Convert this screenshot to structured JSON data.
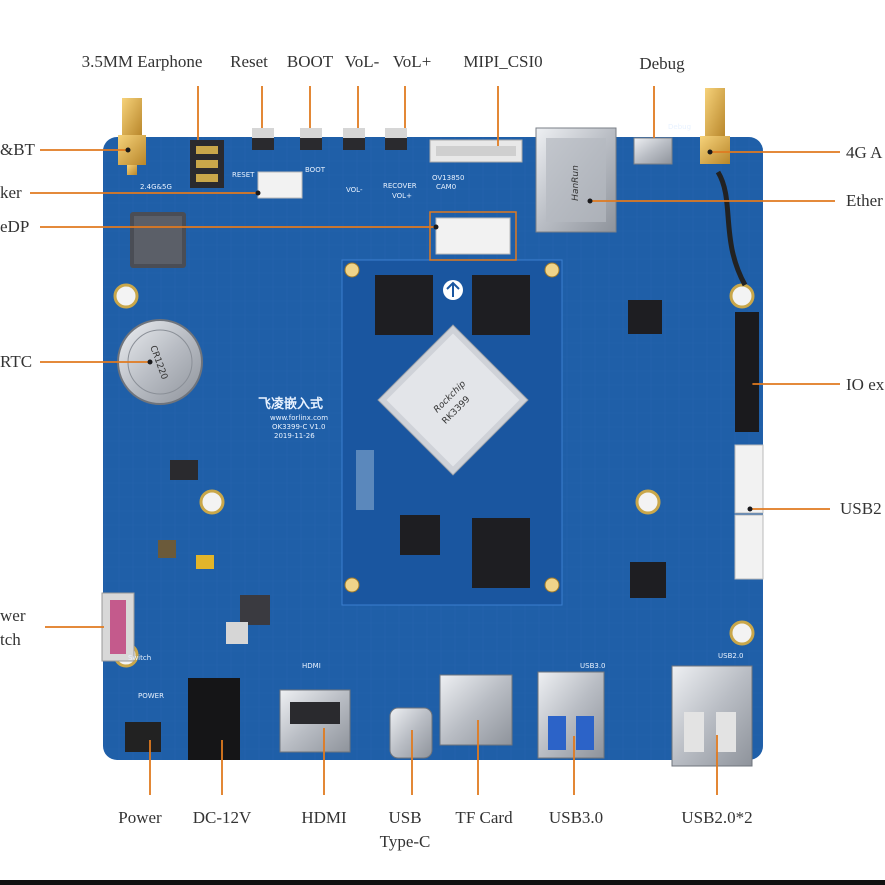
{
  "labels": {
    "top": [
      {
        "id": "earphone",
        "text": "3.5MM Earphone"
      },
      {
        "id": "reset",
        "text": "Reset"
      },
      {
        "id": "boot",
        "text": "BOOT"
      },
      {
        "id": "volminus",
        "text": "VoL-"
      },
      {
        "id": "volplus",
        "text": "VoL+"
      },
      {
        "id": "mipi",
        "text": "MIPI_CSI0"
      },
      {
        "id": "debug",
        "text": "Debug"
      }
    ],
    "left": [
      {
        "id": "wifibt",
        "text": "&BT"
      },
      {
        "id": "speaker",
        "text": "ker"
      },
      {
        "id": "edp",
        "text": "eDP"
      },
      {
        "id": "rtc",
        "text": "RTC"
      },
      {
        "id": "powerswitch1",
        "text": "wer"
      },
      {
        "id": "powerswitch2",
        "text": "tch"
      }
    ],
    "right": [
      {
        "id": "ant4g",
        "text": "4G A"
      },
      {
        "id": "ethernet",
        "text": "Ether"
      },
      {
        "id": "ioexp",
        "text": "IO ex"
      },
      {
        "id": "usb2r",
        "text": "USB2"
      }
    ],
    "bottom": [
      {
        "id": "power",
        "text": "Power"
      },
      {
        "id": "dc12v",
        "text": "DC-12V"
      },
      {
        "id": "hdmi",
        "text": "HDMI"
      },
      {
        "id": "usbc1",
        "text": "USB"
      },
      {
        "id": "usbc2",
        "text": "Type-C"
      },
      {
        "id": "tfcard",
        "text": "TF Card"
      },
      {
        "id": "usb30",
        "text": "USB3.0"
      },
      {
        "id": "usb20x2",
        "text": "USB2.0*2"
      }
    ]
  },
  "silkscreen": {
    "board_model": "OK3399-C V1.0",
    "board_date": "2019-11-26",
    "brand_url": "www.forlinx.com",
    "brand_cn": "飞凌嵌入式",
    "soc_brand": "Rockchip",
    "soc_model": "RK3399",
    "camera": "OV13850",
    "cam0": "CAM0",
    "recover": "RECOVER",
    "vol_minus": "VOL-",
    "vol_plus": "VOL+",
    "boot": "BOOT",
    "reset": "RESET",
    "wifi": "2.4G&5G",
    "debug": "Debug",
    "usb3": "USB3.0",
    "usb2": "USB2.0",
    "hdmi": "HDMI",
    "power": "POWER",
    "switch": "Switch",
    "rtc_chip": "CR1220",
    "eth_brand": "HanRun"
  },
  "colors": {
    "pcb": "#1f5fa8",
    "pcb_dark": "#17498a",
    "trace": "#2d6fba",
    "leader": "#e07a1f",
    "label": "#333333",
    "metal": "#c9ccd1",
    "chip": "#1e1e22"
  }
}
